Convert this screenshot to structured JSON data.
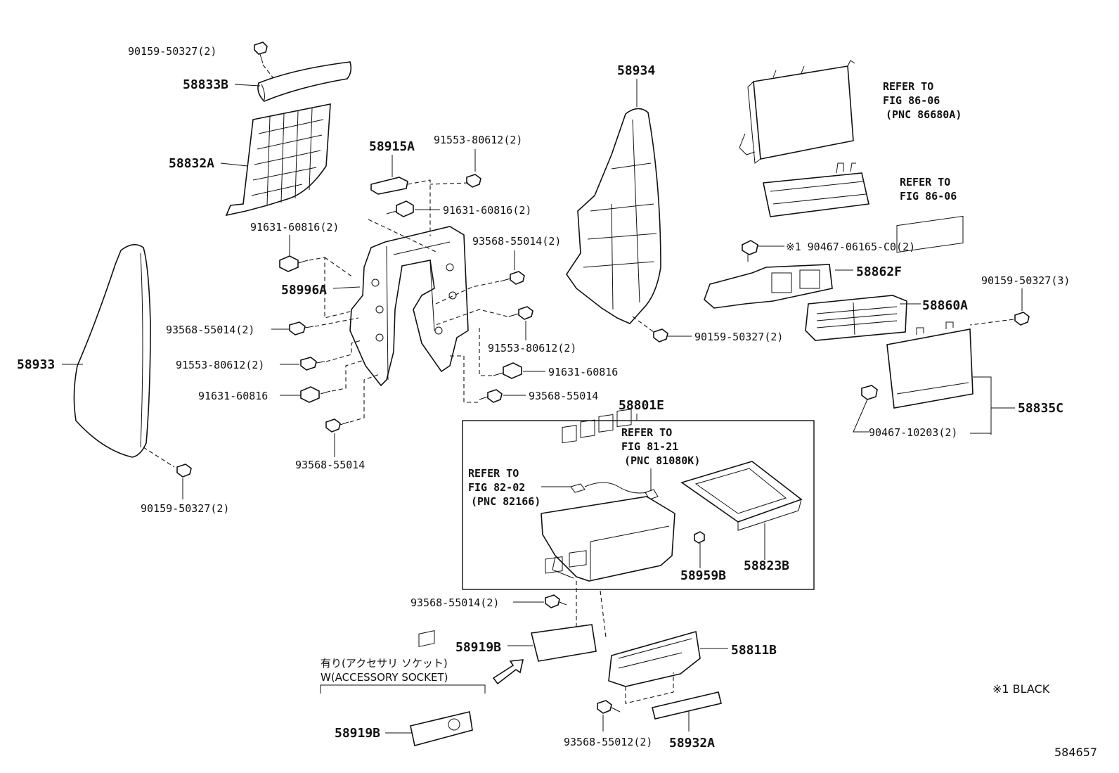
{
  "labels": {
    "bolt_top": "90159-50327(2)",
    "p58833B": "58833B",
    "p58832A": "58832A",
    "clip_91631_a": "91631-60816(2)",
    "p58996A": "58996A",
    "bolt_93568_a": "93568-55014(2)",
    "bolt_91553_a": "91553-80612(2)",
    "clip_91631_b": "91631-60816",
    "bolt_93568_b": "93568-55014",
    "p58933": "58933",
    "bolt_90159_b": "90159-50327(2)",
    "p58915A": "58915A",
    "bolt_91553_top": "91553-80612(2)",
    "clip_91631_mid": "91631-60816(2)",
    "bolt_93568_mid": "93568-55014(2)",
    "bolt_91553_mid": "91553-80612(2)",
    "clip_91631_right": "91631-60816",
    "bolt_93568_right": "93568-55014",
    "p58934": "58934",
    "bolt_90159_c": "90159-50327(2)",
    "ref_86_a": [
      "REFER TO",
      "FIG 86-06",
      "(PNC 86680A)"
    ],
    "ref_86_b": [
      "REFER TO",
      "FIG 86-06"
    ],
    "clip_90467_black": "※1 90467-06165-C0(2)",
    "p58862F": "58862F",
    "p58860A": "58860A",
    "bolt_90159_d": "90159-50327(3)",
    "p58835C": "58835C",
    "clip_90467_b": "90467-10203(2)",
    "p58801E": "58801E",
    "ref_81": [
      "REFER TO",
      "FIG 81-21",
      "(PNC 81080K)"
    ],
    "ref_82": [
      "REFER TO",
      "FIG 82-02",
      "(PNC 82166)"
    ],
    "p58823B": "58823B",
    "p58959B": "58959B",
    "bolt_93568_low": "93568-55014(2)",
    "p58919B_a": "58919B",
    "p58811B": "58811B",
    "variant_jp": "有り(アクセサリ ソケット)",
    "variant_en": "W(ACCESSORY SOCKET)",
    "p58919B_b": "58919B",
    "bolt_93568_55012": "93568-55012(2)",
    "p58932A": "58932A",
    "note_black": "※1 BLACK",
    "figure_id": "584657"
  }
}
